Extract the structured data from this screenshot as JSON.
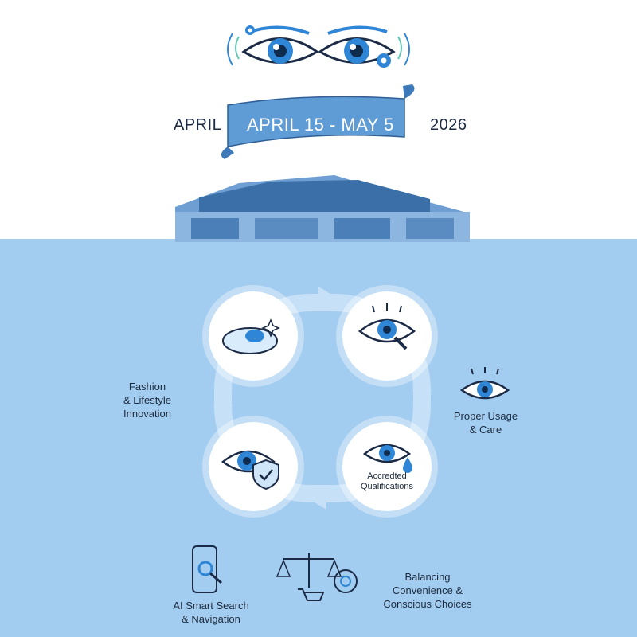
{
  "header": {
    "date_left": "APRIL",
    "banner_text": "APRIL 15 - MAY 5",
    "date_right": "2026"
  },
  "cycle": {
    "circle_bottom_right_label": [
      "Accredted",
      "Qualifications"
    ]
  },
  "side_labels": {
    "left": [
      "Fashion",
      "& Lifestyle",
      "Innovation"
    ],
    "right": [
      "Proper Usage",
      "& Care"
    ]
  },
  "bottom_items": {
    "ai_search": [
      "AI Smart Search",
      "& Navigation"
    ],
    "balancing": [
      "Balancing",
      "Convenience &",
      "Conscious Choices"
    ]
  },
  "colors": {
    "primary_blue": "#2f86d6",
    "dark_navy": "#1b2a45",
    "banner_blue": "#5f9bd5",
    "bottom_bg": "#a3cdf0"
  },
  "icons": [
    "eye-icon",
    "gear-icon",
    "contact-lens-icon",
    "eye-magnifier-icon",
    "eye-shield-icon",
    "eye-drop-icon",
    "phone-search-icon",
    "scale-cart-brain-icon"
  ]
}
